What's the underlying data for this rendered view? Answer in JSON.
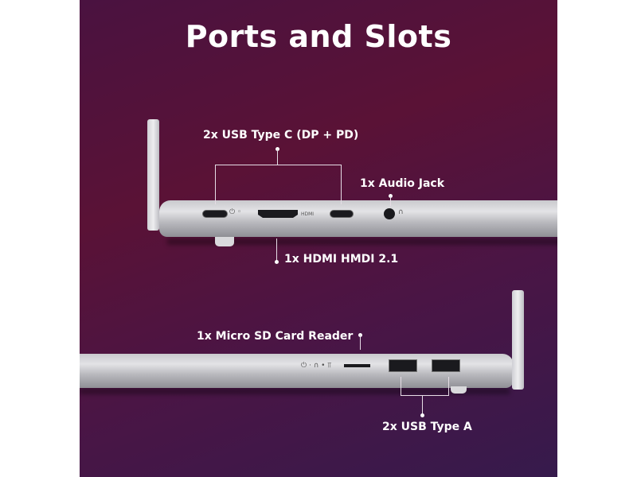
{
  "title": "Ports and Slots",
  "labels": {
    "usb_c": "2x USB Type C (DP + PD)",
    "audio": "1x Audio Jack",
    "hdmi": "1x HDMI HMDI 2.1",
    "microsd": "1x Micro SD Card Reader",
    "usb_a": "2x USB Type A"
  },
  "port_markings": {
    "hdmi": "HDMI"
  }
}
